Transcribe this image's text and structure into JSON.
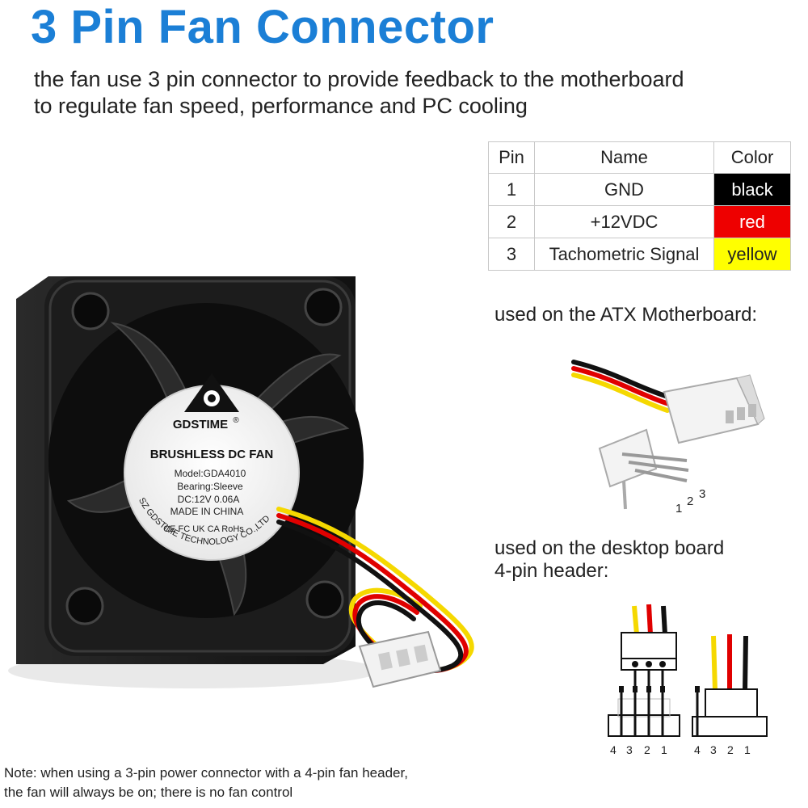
{
  "title": "3 Pin Fan Connector",
  "description": [
    "the fan use 3 pin connector to provide feedback to the motherboard",
    "to regulate fan speed, performance and PC cooling"
  ],
  "pin_table": {
    "headers": [
      "Pin",
      "Name",
      "Color"
    ],
    "rows": [
      {
        "pin": "1",
        "name": "GND",
        "color": "black",
        "swatch": "#000000"
      },
      {
        "pin": "2",
        "name": "+12VDC",
        "color": "red",
        "swatch": "#ee0000"
      },
      {
        "pin": "3",
        "name": "Tachometric Signal",
        "color": "yellow",
        "swatch": "#ffff00"
      }
    ]
  },
  "atx_caption": "used on the ATX Motherboard:",
  "desktop_caption": [
    "used on the desktop board",
    "4-pin header:"
  ],
  "connector_pin_numbers": [
    "1",
    "2",
    "3"
  ],
  "header_pin_numbers": [
    "4",
    "3",
    "2",
    "1"
  ],
  "fan_label": {
    "brand": "GDSTIME",
    "registered": "®",
    "product": "BRUSHLESS DC FAN",
    "model": "Model:GDA4010",
    "bearing": "Bearing:Sleeve",
    "rating": "DC:12V  0.06A",
    "origin": "MADE IN CHINA",
    "certs": "CE FC UK CA RoHs",
    "maker": "SZ GDSTIME TECHNOLOGY CO.,LTD"
  },
  "note": [
    "Note: when using a 3-pin power connector with a 4-pin fan header,",
    "the fan will always be on; there is no fan control"
  ],
  "colors": {
    "title_blue": "#1b7fd6",
    "wire_black": "#111111",
    "wire_red": "#e00000",
    "wire_yellow": "#f5d800",
    "connector_white": "#f2f2f2"
  }
}
